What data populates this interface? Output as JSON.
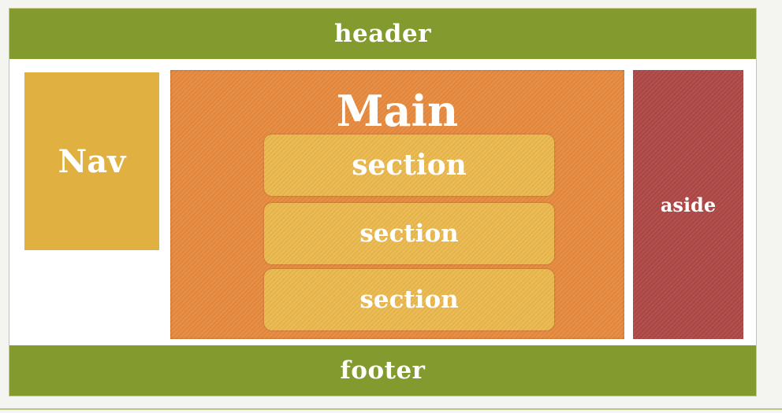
{
  "diagram": {
    "header_label": "header",
    "nav_label": "Nav",
    "main_label": "Main",
    "sections": [
      "section",
      "section",
      "section"
    ],
    "aside_label": "aside",
    "footer_label": "footer"
  },
  "colors": {
    "header_footer": "#829a2e",
    "nav": "#e0b140",
    "main": "#e88a3e",
    "section": "#ebb84c",
    "aside": "#b04a48"
  }
}
